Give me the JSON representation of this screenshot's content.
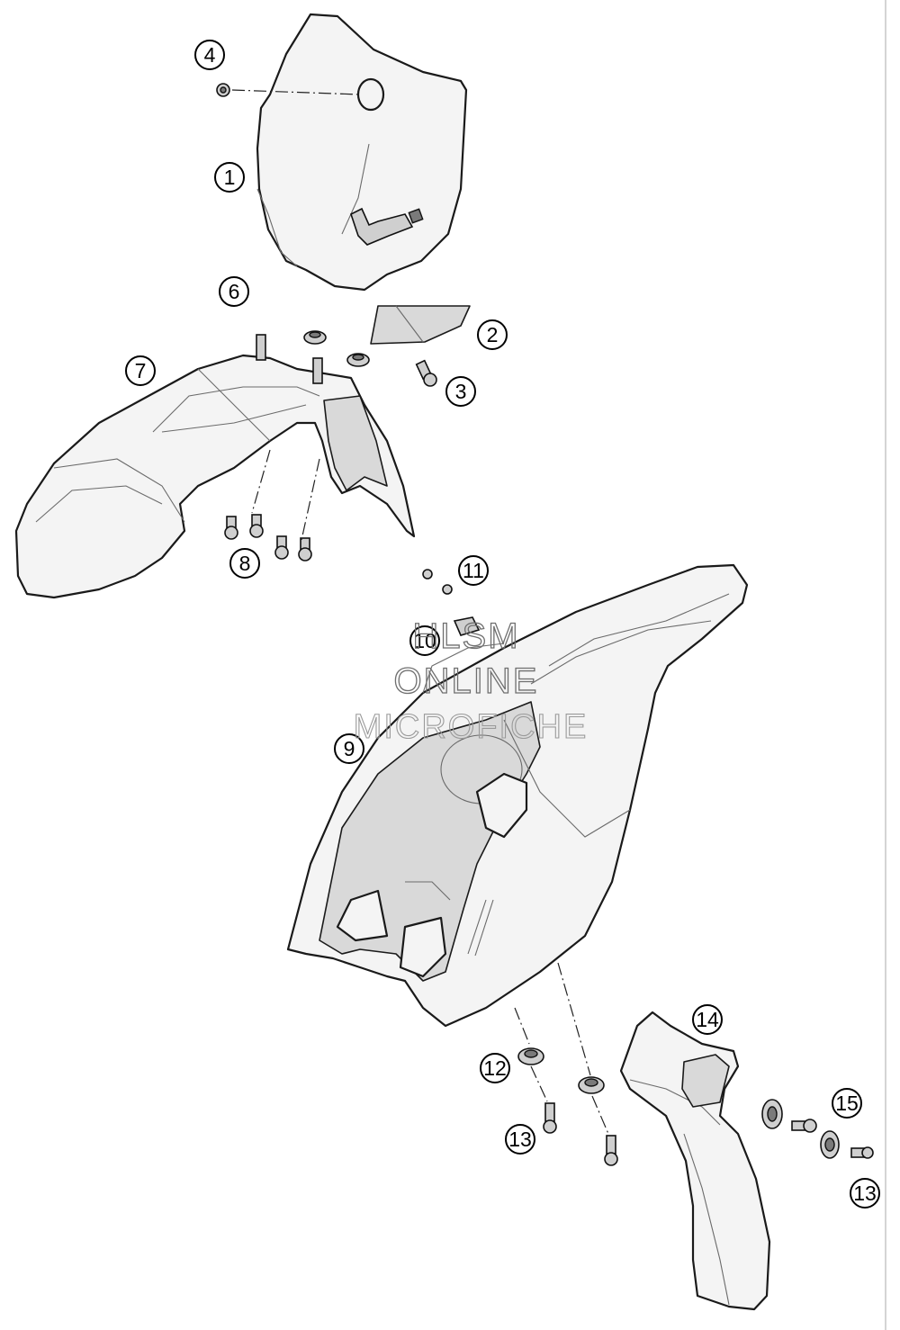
{
  "watermark": {
    "line1": "HLSM",
    "line2": "ONLINE",
    "line3": "MICROFICHE"
  },
  "callouts": [
    {
      "id": "1",
      "label": "1"
    },
    {
      "id": "2",
      "label": "2"
    },
    {
      "id": "3",
      "label": "3"
    },
    {
      "id": "4",
      "label": "4"
    },
    {
      "id": "6",
      "label": "6"
    },
    {
      "id": "7",
      "label": "7"
    },
    {
      "id": "8",
      "label": "8"
    },
    {
      "id": "9",
      "label": "9"
    },
    {
      "id": "10",
      "label": "10"
    },
    {
      "id": "11",
      "label": "11"
    },
    {
      "id": "12",
      "label": "12"
    },
    {
      "id": "13a",
      "label": "13"
    },
    {
      "id": "13b",
      "label": "13"
    },
    {
      "id": "14",
      "label": "14"
    },
    {
      "id": "15",
      "label": "15"
    }
  ]
}
